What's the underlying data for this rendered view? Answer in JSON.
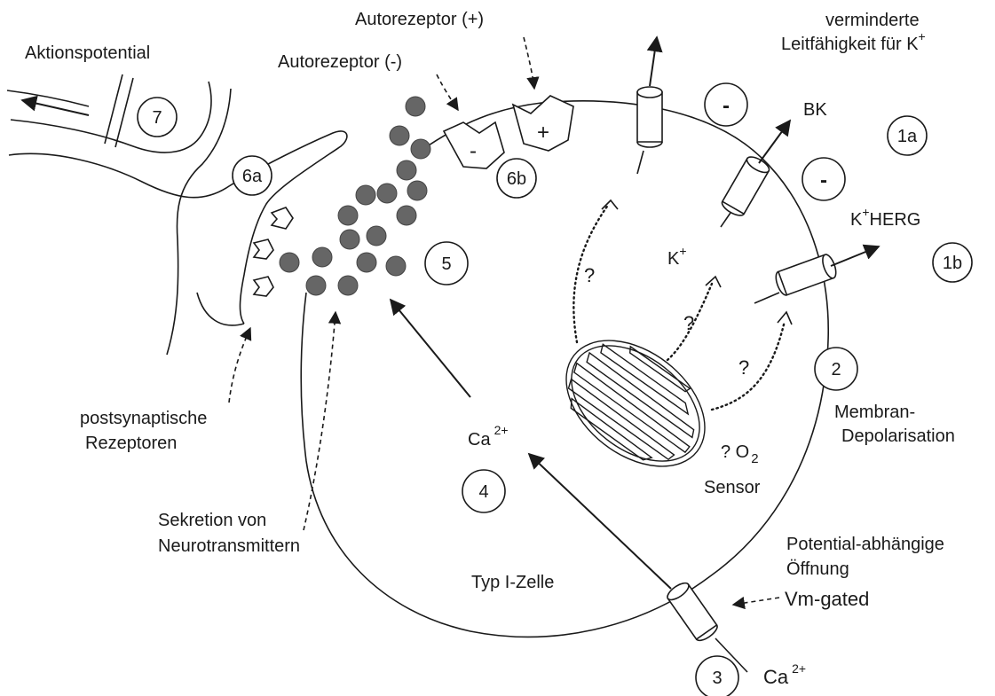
{
  "labels": {
    "aktionspotential": "Aktionspotential",
    "autorezeptor_minus": "Autorezeptor (-)",
    "autorezeptor_plus": "Autorezeptor (+)",
    "verminderte": "verminderte",
    "leitfaehigkeit": "Leitfähigkeit für K",
    "leitfaehigkeit_sup": "+",
    "bk": "BK",
    "kherg": "K",
    "kherg_sup": "+",
    "kherg_tail": "HERG",
    "k_plus": "K",
    "k_plus_sup": "+",
    "postsynaptische": "postsynaptische",
    "rezeptoren": "Rezeptoren",
    "ca_inner": "Ca",
    "ca_inner_sup": "2+",
    "ca_outer": "Ca",
    "ca_outer_sup": "2+",
    "o2_q": "? O",
    "o2_sub": "2",
    "sensor": "Sensor",
    "membran": "Membran-",
    "depolarisation": "Depolarisation",
    "sekretion": "Sekretion von",
    "neurotransmitter": "Neurotransmittern",
    "typ1": "Typ I-Zelle",
    "potential_abh": "Potential-abhängige",
    "oeffnung": "Öffnung",
    "vm_gated": "Vm-gated",
    "minus_sign": "-",
    "plus_sign": "+",
    "question": "?"
  },
  "steps": {
    "s7": "7",
    "s6a": "6a",
    "s6b": "6b",
    "s5": "5",
    "s1a": "1a",
    "s1b": "1b",
    "s2": "2",
    "s3": "3",
    "s4": "4"
  }
}
